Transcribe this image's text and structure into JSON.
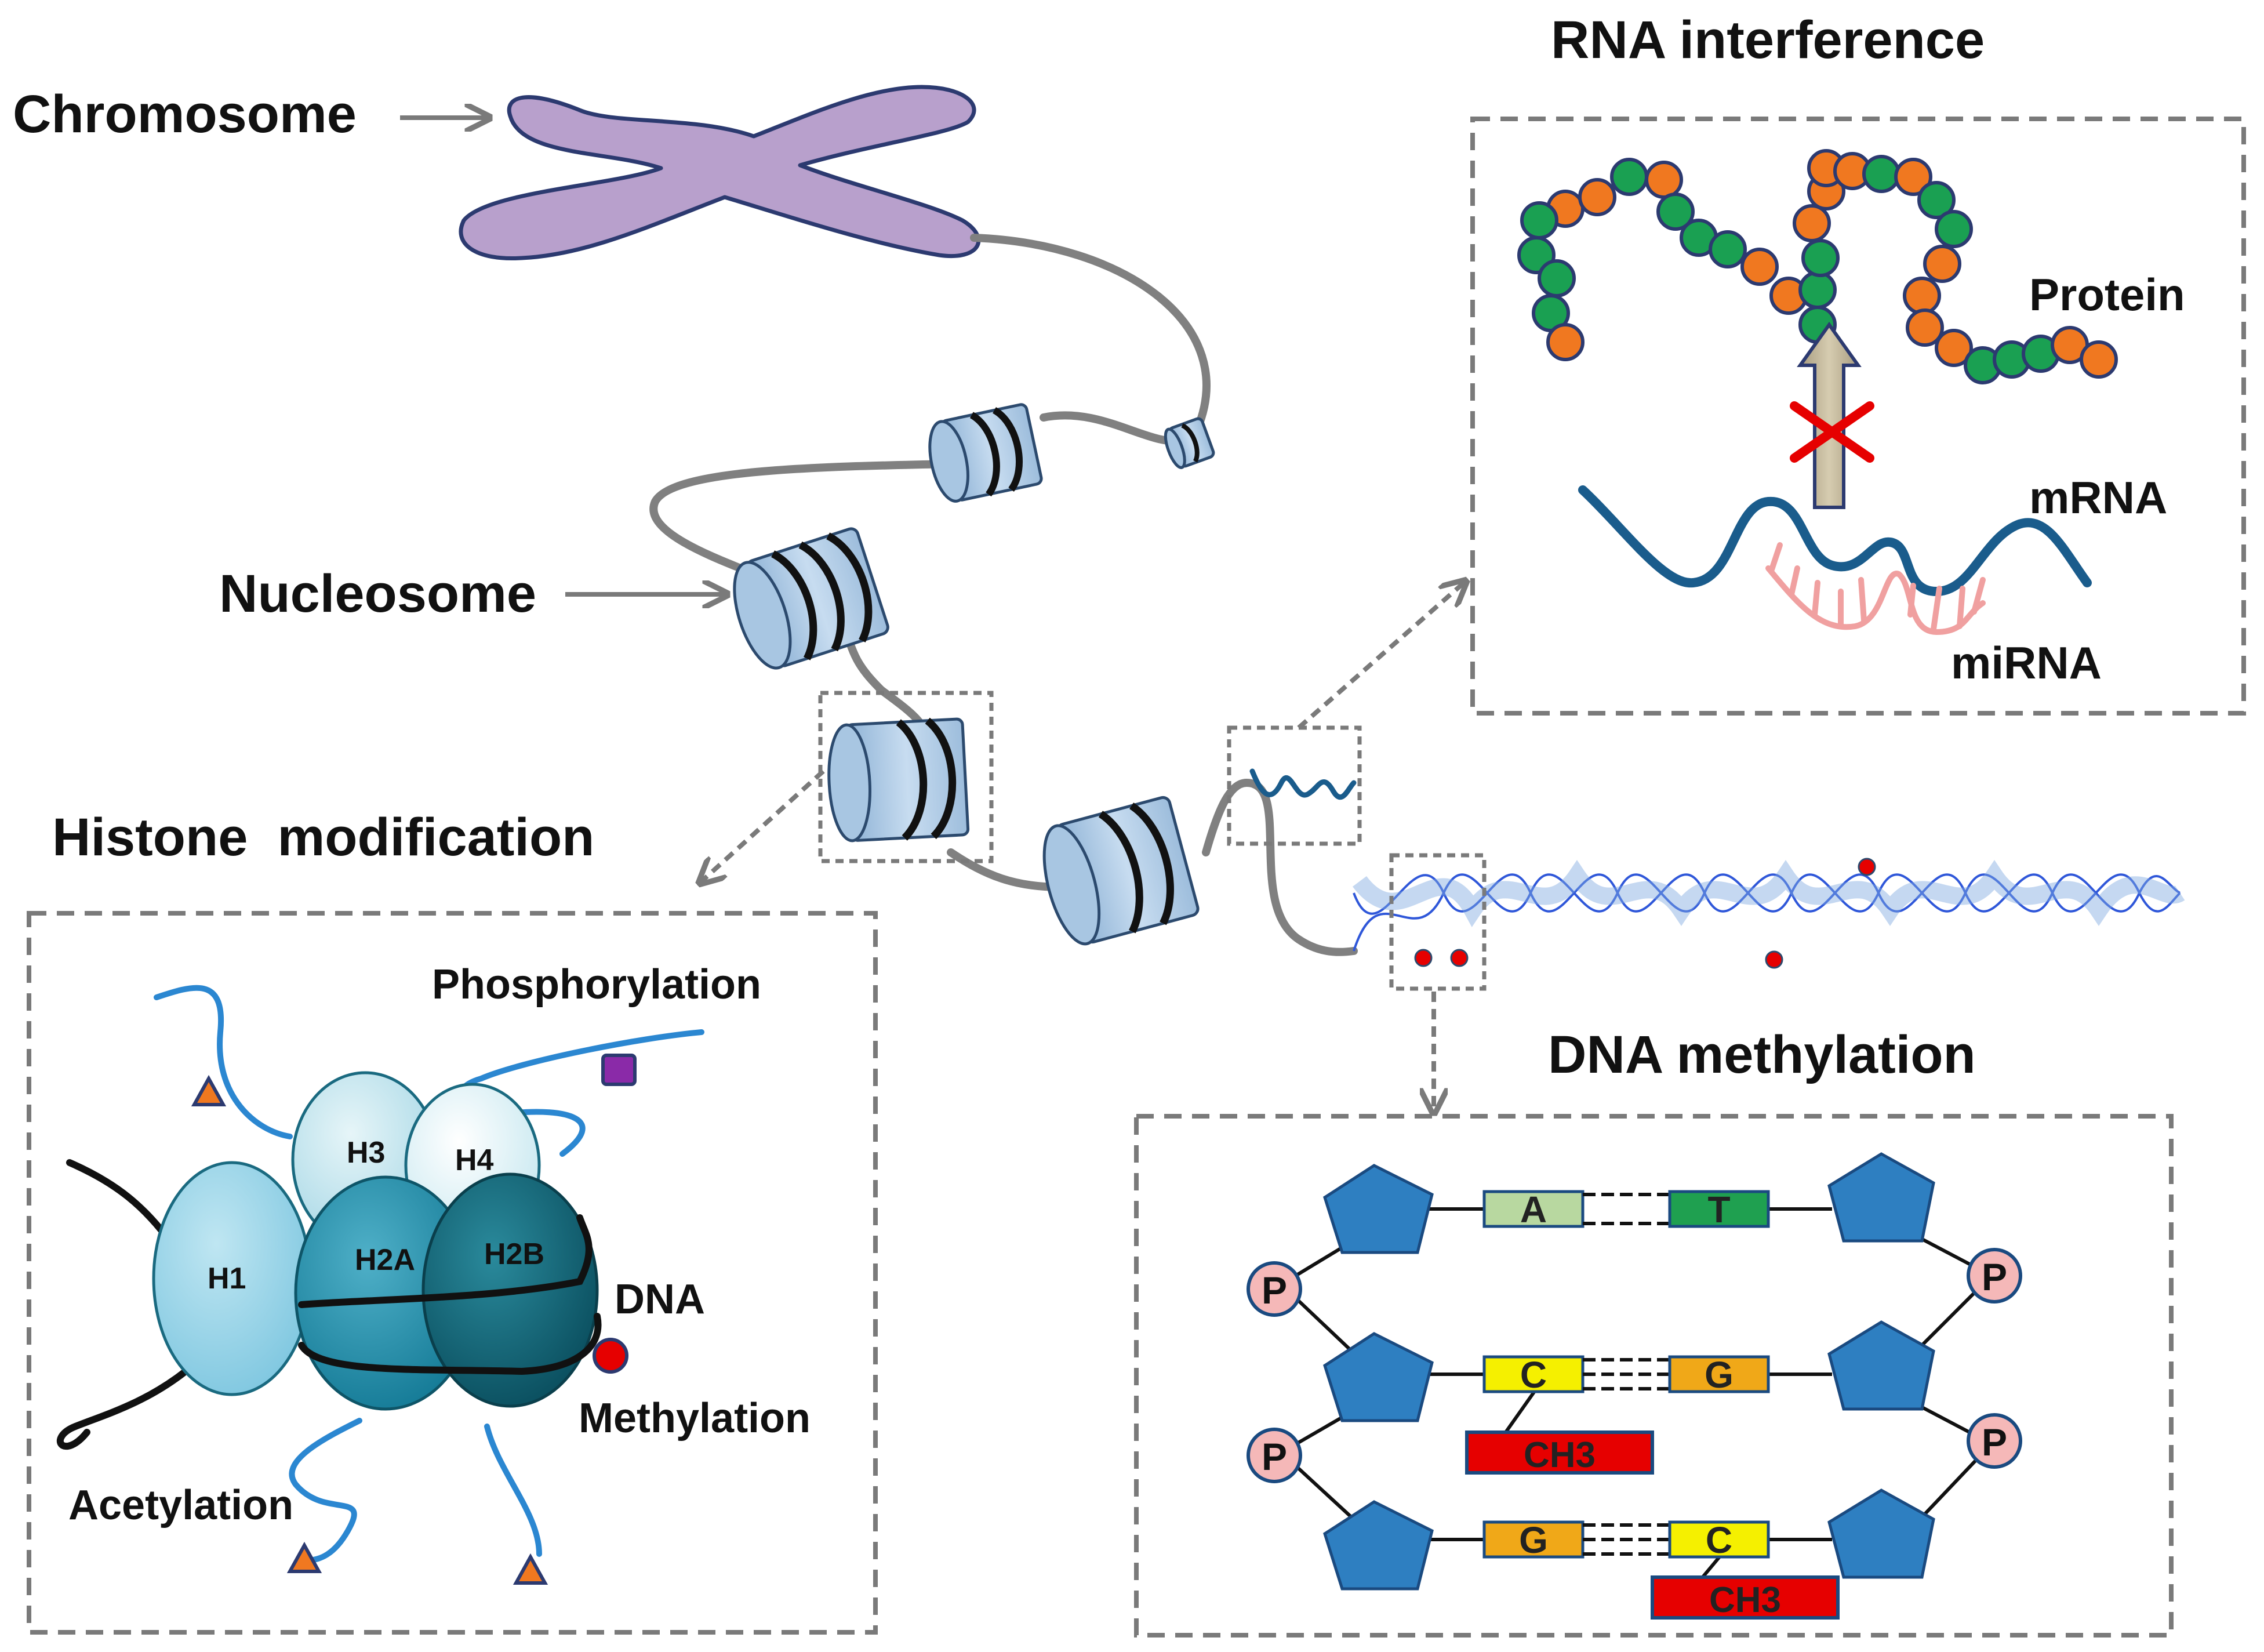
{
  "labels": {
    "chromosome": "Chromosome",
    "nucleosome": "Nucleosome",
    "rna_interference": "RNA interference",
    "protein": "Protein",
    "mrna": "mRNA",
    "mirna": "miRNA",
    "histone_modification": "Histone  modification",
    "phosphorylation": "Phosphorylation",
    "dna": "DNA",
    "methylation": "Methylation",
    "acetylation": "Acetylation",
    "dna_methylation": "DNA methylation"
  },
  "histones": {
    "h1": "H1",
    "h3": "H3",
    "h4": "H4",
    "h2a": "H2A",
    "h2b": "H2B"
  },
  "bases": {
    "row1_left": "A",
    "row1_right": "T",
    "row2_left": "C",
    "row2_right": "G",
    "row3_left": "G",
    "row3_right": "C"
  },
  "phosphate": "P",
  "methyl_group": "CH3",
  "colors": {
    "chromosome": "#b8a0cc",
    "nucleosome": "#b3cfe8",
    "strand": "#808080",
    "protein_green": "#1aa052",
    "protein_orange": "#f07820",
    "mrna": "#1a5c8c",
    "mirna": "#f0a0a0",
    "sugar": "#2e7fc1",
    "phosphate": "#f5b8b8",
    "methyl": "#e60000",
    "base_A": "#b8d8a0",
    "base_T": "#1fa050",
    "base_C": "#f5f000",
    "base_G": "#f0a818"
  }
}
